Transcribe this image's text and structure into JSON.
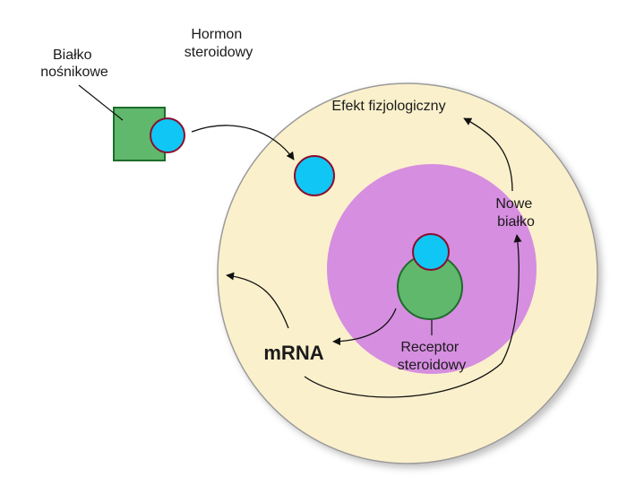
{
  "labels": {
    "carrier_protein": [
      "Białko",
      "nośnikowe"
    ],
    "steroid_hormone": [
      "Hormon",
      "steroidowy"
    ],
    "physiological_effect": "Efekt fizjologiczny",
    "new_protein": [
      "Nowe",
      "białko"
    ],
    "mrna": "mRNA",
    "steroid_receptor": [
      "Receptor",
      "steroidowy"
    ]
  },
  "colors": {
    "cell": "#fbf0cc",
    "cell_outline": "#9a9a9a",
    "nucleus": "#d68ee0",
    "protein": "#5fb86c",
    "protein_outline": "#1f6b2c",
    "hormone": "#0fc6f5",
    "hormone_outline": "#8a0f2e",
    "arrow": "#111111",
    "text": "#1a1a1a"
  }
}
